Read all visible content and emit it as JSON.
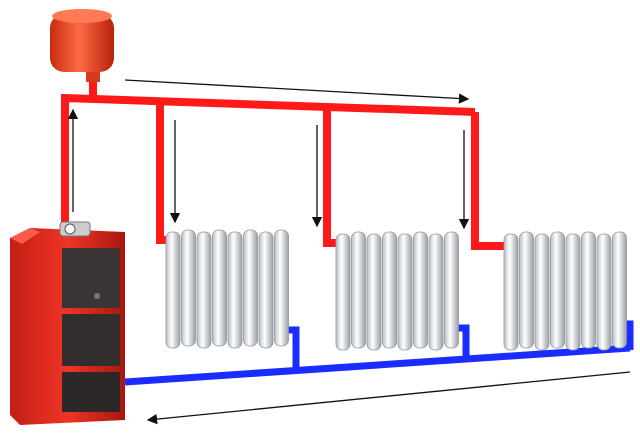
{
  "diagram": {
    "type": "heating-system-schematic",
    "colors": {
      "supply_pipe": "#ff1a1a",
      "return_pipe": "#1a2cff",
      "boiler": "#e8281e",
      "boiler_door": "#3a3434",
      "expansion_tank": "#f0401e",
      "radiator": "#e9ecef",
      "flow_arrow": "#111111"
    },
    "radiator_count": 3,
    "radiator_sections": 8
  }
}
